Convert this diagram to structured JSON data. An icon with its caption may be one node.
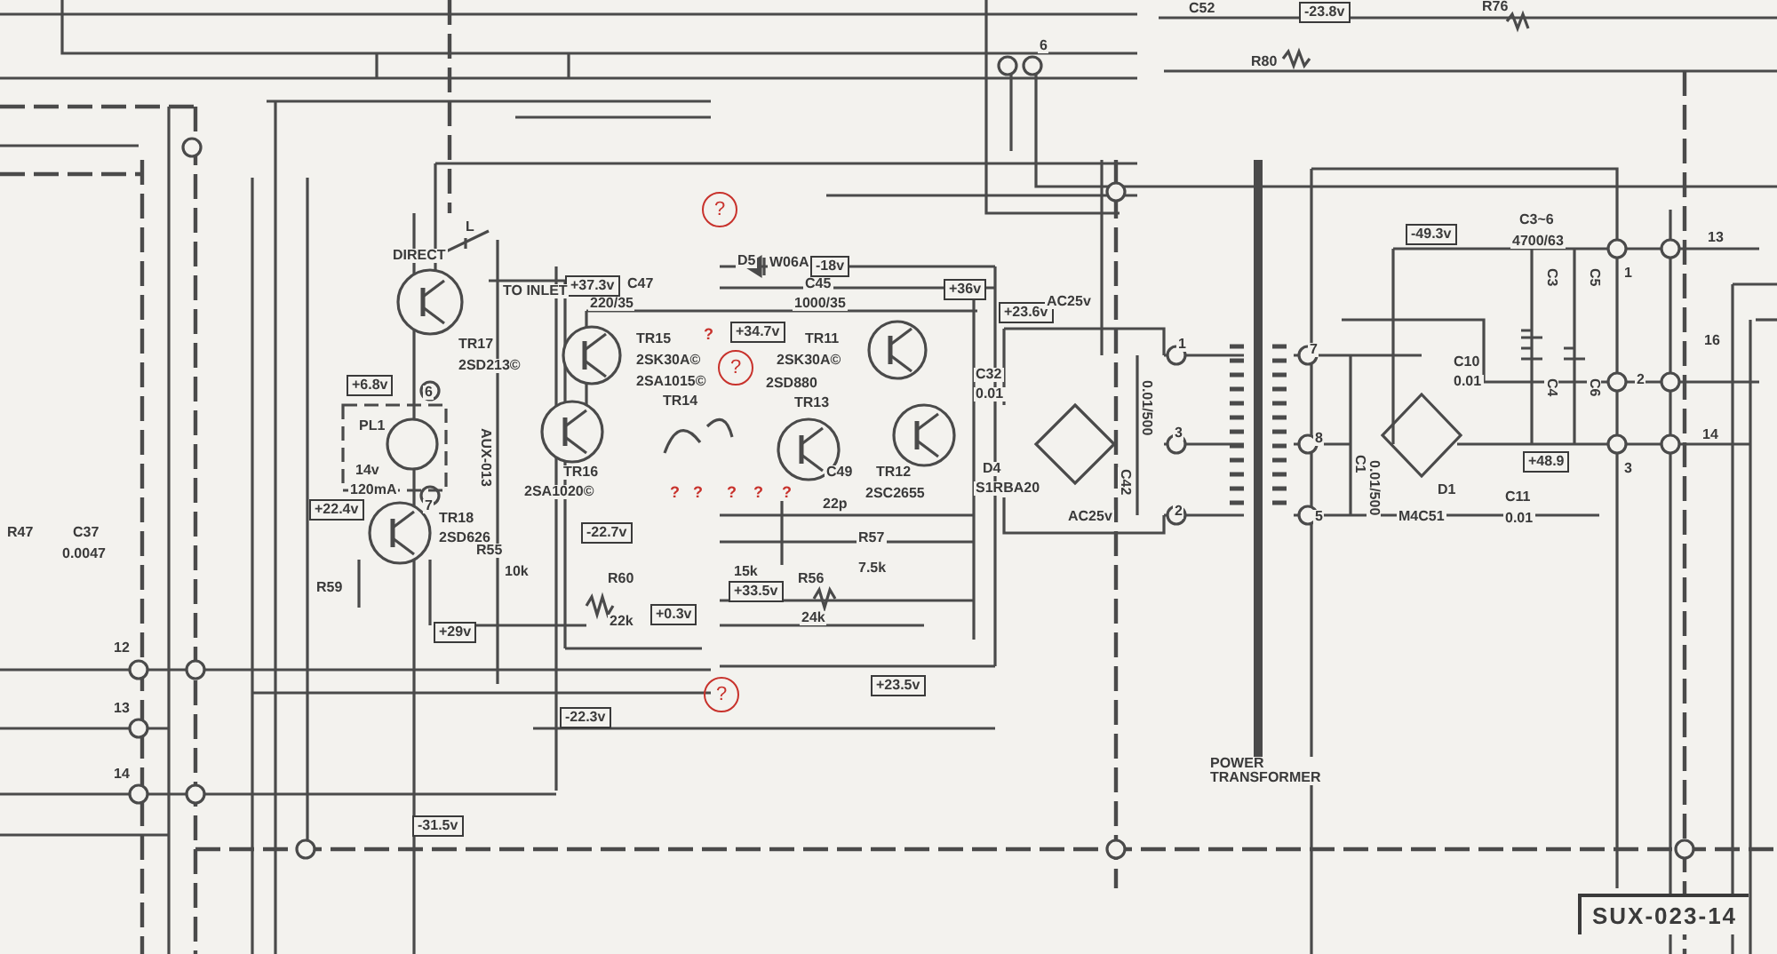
{
  "diagram": {
    "nodes": [
      {
        "text": [
          "-23.8v"
        ]
      },
      {
        "text": [
          "?"
        ]
      },
      {
        "text": [
          "+37.3v"
        ]
      },
      {
        "text": [
          "-18v"
        ]
      },
      {
        "text": [
          "+36v"
        ]
      },
      {
        "text": [
          "+23.6v"
        ]
      },
      {
        "text": [
          "+34.7v"
        ]
      },
      {
        "text": [
          "?"
        ]
      },
      {
        "text": [
          "+6.8v"
        ]
      },
      {
        "text": [
          "+22.4v"
        ]
      },
      {
        "text": [
          "-22.7v"
        ]
      },
      {
        "text": [
          "+33.5v"
        ]
      },
      {
        "text": [
          "+0.3v"
        ]
      },
      {
        "text": [
          "+29v"
        ]
      },
      {
        "text": [
          "+23.5v"
        ]
      },
      {
        "text": [
          "?"
        ]
      },
      {
        "text": [
          "-22.3v"
        ]
      },
      {
        "text": [
          "-31.5v"
        ]
      },
      {
        "text": [
          "-49.3v"
        ]
      },
      {
        "text": [
          "+48.9"
        ]
      },
      {
        "text": [
          "SUX-023-14"
        ]
      }
    ],
    "labels": [
      "C52",
      "R76",
      "6",
      "R80",
      "R47",
      "C37",
      "0.0047",
      "12",
      "13",
      "14",
      "L",
      "DIRECT",
      "TO INLET",
      "TR17",
      "2SD213©",
      "6",
      "PL1",
      "14v",
      "120mA",
      "AUX-013",
      "7",
      "TR18",
      "2SD626",
      "R59",
      "R55",
      "10k",
      "C47",
      "220/35",
      "TR15",
      "2SK30A©",
      "2SA1015©",
      "TR14",
      "TR16",
      "2SA1020©",
      "R60",
      "22k",
      "D5",
      "W06A",
      "C45",
      "1000/35",
      "TR11",
      "2SK30A©",
      "2SD880",
      "TR13",
      "C49",
      "22p",
      "TR12",
      "2SC2655",
      "15k",
      "R57",
      "7.5k",
      "R56",
      "24k",
      "C32",
      "0.01",
      "AC25v",
      "D4",
      "S1RBA20",
      "AC25v",
      "C42",
      "0.01/500",
      "1",
      "3",
      "2",
      "7",
      "8",
      "5",
      "C1",
      "0.01/500",
      "C10",
      "0.01",
      "D1",
      "M4C51",
      "C11",
      "0.01",
      "C3~6",
      "4700/63",
      "C3",
      "C5",
      "C4",
      "C6",
      "1",
      "2",
      "3",
      "13",
      "16",
      "14",
      "POWER TRANSFORMER",
      "?",
      "?",
      "?",
      "?",
      "?",
      "?"
    ]
  }
}
